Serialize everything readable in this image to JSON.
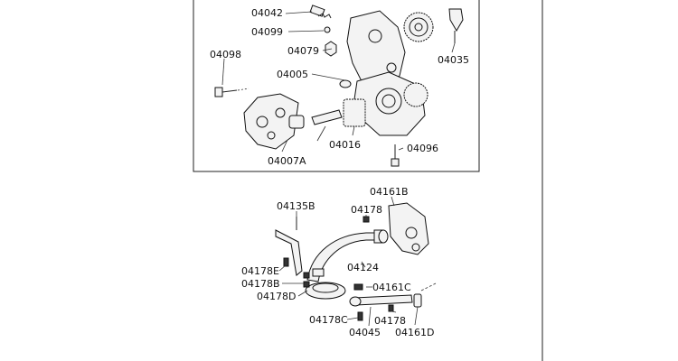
{
  "labels": {
    "l04042": "04042",
    "l04099": "04099",
    "l04079": "04079",
    "l04098": "04098",
    "l04005": "04005",
    "l04035": "04035",
    "l04016": "04016",
    "l04096": "04096",
    "l04007A": "04007A",
    "l04161B": "04161B",
    "l04135B": "04135B",
    "l04178a": "04178",
    "l04178E": "04178E",
    "l04124": "04124",
    "l04178B": "04178B",
    "l04161C": "04161C",
    "l04178D": "04178D",
    "l04178C": "04178C",
    "l04178b": "04178",
    "l04045": "04045",
    "l04161D": "04161D"
  },
  "colors": {
    "ink": "#111111",
    "paper": "#ffffff"
  }
}
